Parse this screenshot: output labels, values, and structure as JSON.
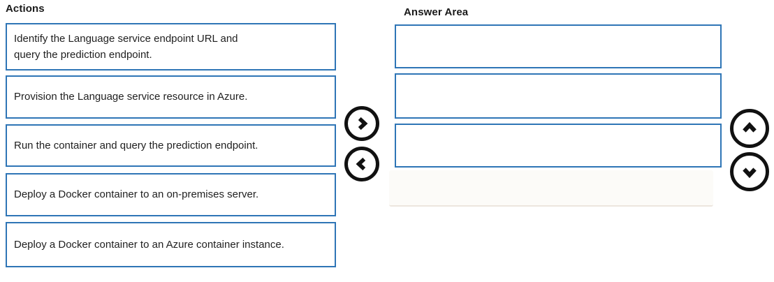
{
  "actions": {
    "title": "Actions",
    "items": [
      {
        "label": "Identify the Language service endpoint URL and\nquery the prediction endpoint."
      },
      {
        "label": "Provision the Language service resource in Azure."
      },
      {
        "label": "Run the container and query the prediction endpoint."
      },
      {
        "label": "Deploy a Docker container to an on-premises server."
      },
      {
        "label": "Deploy a Docker container to an Azure container instance."
      }
    ]
  },
  "answer_area": {
    "title": "Answer Area",
    "slots": [
      {
        "value": ""
      },
      {
        "value": ""
      },
      {
        "value": ""
      }
    ]
  },
  "controls": {
    "move_right_icon": "chevron-right",
    "move_left_icon": "chevron-left",
    "move_up_icon": "chevron-up",
    "move_down_icon": "chevron-down"
  },
  "colors": {
    "box_border": "#2E75B6",
    "circle_border": "#111111",
    "text": "#1f1f1f",
    "background": "#ffffff"
  }
}
